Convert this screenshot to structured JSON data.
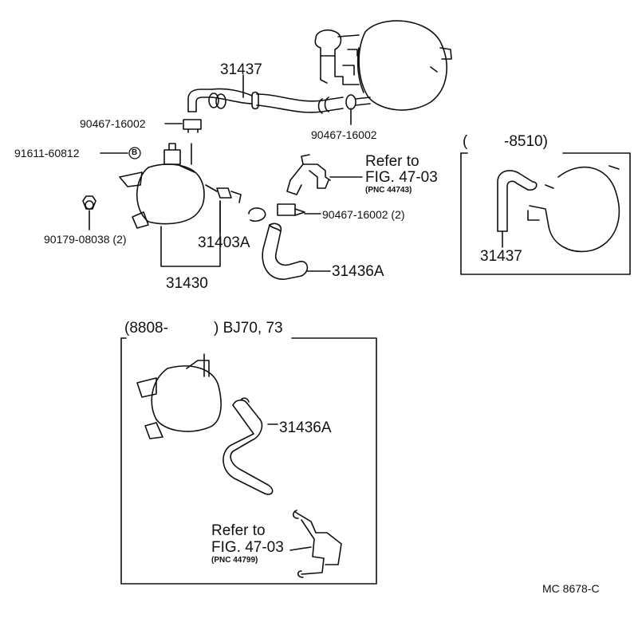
{
  "parts": {
    "p31437_top": "31437",
    "clamp_left": "90467-16002",
    "clamp_right": "90467-16002",
    "bolt": "91611-60812",
    "bolt_marker": "B",
    "nut": "90179-08038 (2)",
    "p31403A": "31403A",
    "p31430": "31430",
    "p31436A": "31436A",
    "clamp_2": "90467-16002 (2)"
  },
  "refer_top": {
    "line1": "Refer to",
    "line2": "FIG. 47-03",
    "pnc": "(PNC 44743)"
  },
  "inset_right": {
    "header_open": "(",
    "header_range": "-8510)",
    "part": "31437"
  },
  "inset_bottom": {
    "header_open": "(8808-",
    "header_close": ") BJ70, 73",
    "part": "31436A",
    "refer_line1": "Refer to",
    "refer_line2": "FIG. 47-03",
    "refer_pnc": "(PNC 44799)"
  },
  "footer_code": "MC  8678-C"
}
